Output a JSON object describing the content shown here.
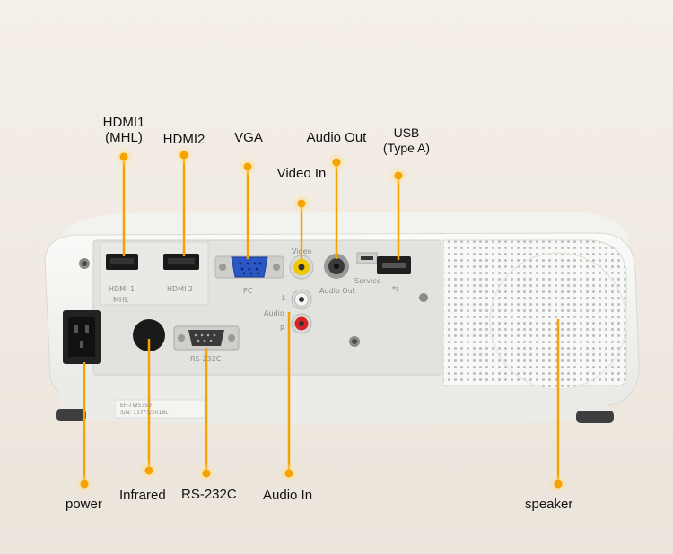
{
  "callouts": {
    "hdmi1": "HDMI1\n(MHL)",
    "hdmi2": "HDMI2",
    "vga": "VGA",
    "audio_out": "Audio Out",
    "video_in": "Video In",
    "usb": "USB\n(Type A)",
    "power": "power",
    "infrared": "Infrared",
    "rs232c": "RS-232C",
    "audio_in": "Audio In",
    "speaker": "speaker"
  },
  "panel": {
    "hdmi1_print": "HDMI 1",
    "mhl_print": "MHL",
    "hdmi2_print": "HDMI 2",
    "pc_print": "PC",
    "video_print": "Video",
    "audio_out_print": "Audio Out",
    "service_print": "Service",
    "l_print": "L",
    "audio_print": "Audio",
    "r_print": "R",
    "rs232_print": "RS-232C",
    "model_print": "EH-TW5350",
    "serial_print": "S/N: 117F3/2016L"
  },
  "colors": {
    "callout": "#f5a300",
    "callout_glow": "#ffd98a",
    "projector_body": "#f7f7f5",
    "panel": "#e4e4e1",
    "rca_yellow": "#f0c800",
    "rca_white": "#f5f5f5",
    "rca_red": "#d8222a",
    "vga_blue": "#2a57c4"
  }
}
